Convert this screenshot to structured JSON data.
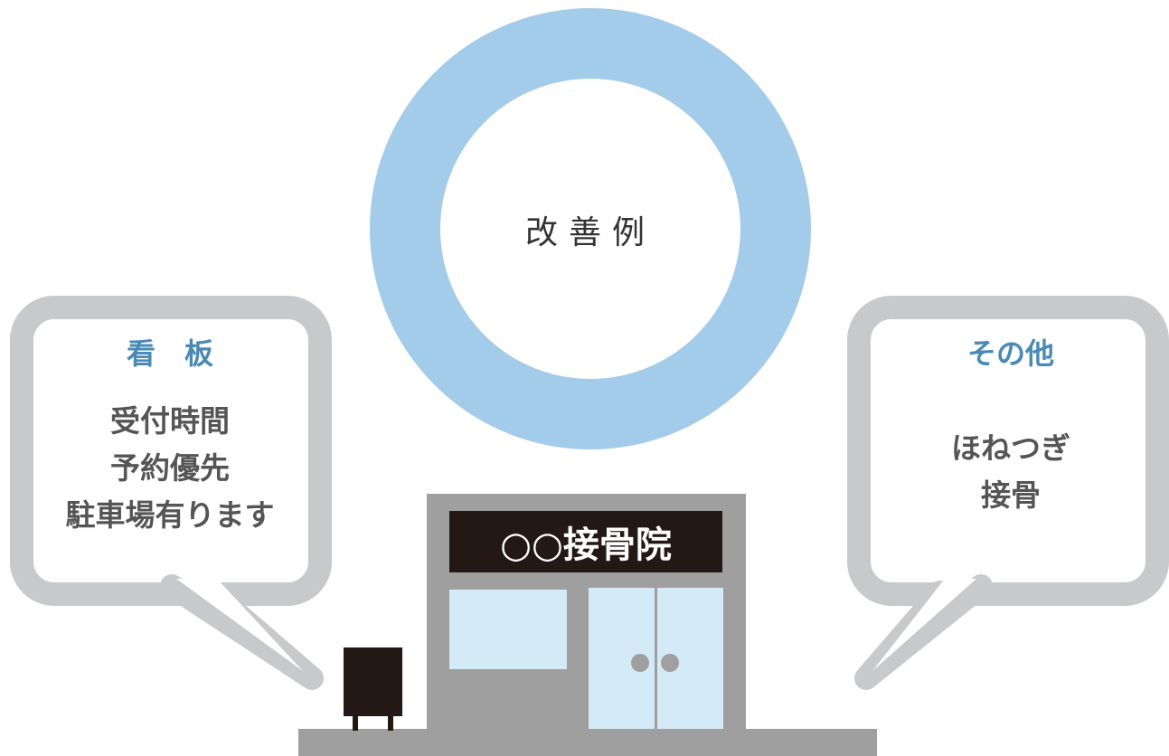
{
  "center": {
    "label": "改善例"
  },
  "left_bubble": {
    "title": "看　板",
    "lines": [
      "受付時間",
      "予約優先",
      "駐車場有ります"
    ]
  },
  "right_bubble": {
    "title": "その他",
    "lines": [
      "ほねつぎ",
      "接骨"
    ]
  },
  "building": {
    "sign": "○○接骨院"
  },
  "colors": {
    "ring": "#a3cbea",
    "bubble": "#c8c9ca",
    "title": "#4a8ab6",
    "body_text": "#555555",
    "building": "#9f9f9f",
    "sign_bg": "#231815",
    "glass": "#d4eaf7"
  },
  "icons": [
    "sign-board-icon",
    "door-handle-icon"
  ]
}
